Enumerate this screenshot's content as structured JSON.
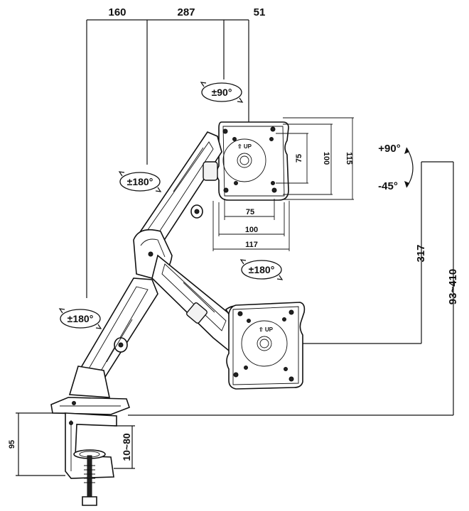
{
  "dimensions": {
    "top_160": "160",
    "top_287": "287",
    "top_51": "51",
    "vesa_75_h": "75",
    "vesa_100_h": "100",
    "vesa_117_h": "117",
    "vesa_75_v": "75",
    "vesa_100_v": "100",
    "vesa_115_v": "115",
    "arm_reach_317": "317",
    "height_range": "93~410",
    "clamp_95": "95",
    "clamp_range": "10~80"
  },
  "rotations": {
    "pivot_top": "±90°",
    "upper_joint": "±180°",
    "lower_joint": "±180°",
    "middle_joint": "±180°",
    "tilt_up": "+90°",
    "tilt_down": "-45°"
  },
  "plate_label": "UP"
}
